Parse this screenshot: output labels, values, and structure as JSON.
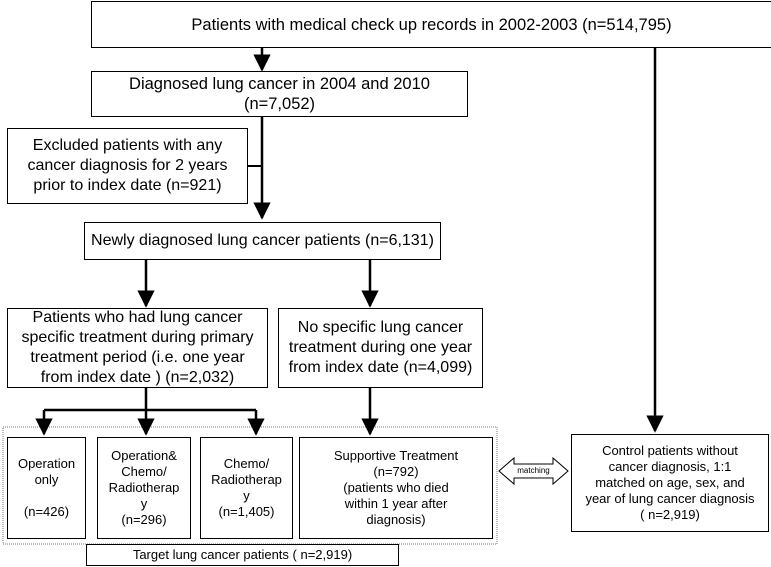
{
  "boxes": {
    "top": "Patients with  medical check up records in 2002-2003  (n=514,795)",
    "diagnosed": "Diagnosed lung cancer  in 2004 and 2010  (n=7,052)",
    "excluded": "Excluded patients with any\ncancer diagnosis for 2 years\nprior to index date (n=921)",
    "newly": "Newly diagnosed lung cancer patients (n=6,131)",
    "specific": "Patients who had lung cancer\nspecific treatment  during primary\ntreatment period (i.e. one year\nfrom index date )  (n=2,032)",
    "no_specific": "No specific  lung cancer\ntreatment during one year\nfrom index date (n=4,099)",
    "operation_only": "Operation\nonly\n\n(n=426)",
    "op_chemo": "Operation&\nChemo/\nRadiotherap\ny\n(n=296)",
    "chemo": "Chemo/\nRadiotherap\ny\n(n=1,405)",
    "supportive": "Supportive Treatment\n(n=792)\n(patients who died\nwithin 1 year after\ndiagnosis)",
    "control": "Control patients without\ncancer diagnosis, 1:1\nmatched on age, sex, and\nyear of lung cancer diagnosis\n( n=2,919)",
    "target": "Target lung cancer patients  ( n=2,919)",
    "matching": "matching"
  }
}
